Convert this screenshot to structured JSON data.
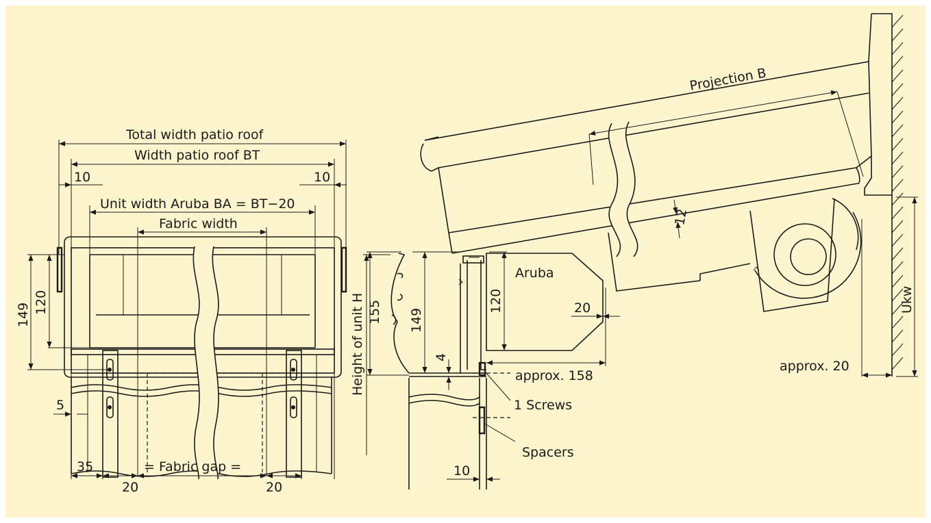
{
  "labels": {
    "total_width": "Total width patio roof",
    "width_bt": "Width patio roof BT",
    "ten_left": "10",
    "ten_right": "10",
    "unit_width": "Unit width Aruba BA = BT−20",
    "fabric_width": "Fabric width",
    "left_149": "149",
    "left_120": "120",
    "five": "5",
    "thirty_five": "35",
    "fabric_gap": "= Fabric gap =",
    "twenty_left": "20",
    "twenty_right": "20",
    "height_unit": "Height of unit H",
    "side_155": "155",
    "side_149": "149",
    "side_120": "120",
    "side_4": "4",
    "aruba": "Aruba",
    "side_20": "20",
    "approx_158": "approx. 158",
    "screws": "1 Screws",
    "spacers": "Spacers",
    "side_10": "10",
    "projection": "Projection B",
    "twelve": "12",
    "approx_20": "approx. 20",
    "ukw": "Ukw"
  },
  "colors": {
    "background": "#fdf5cd",
    "line": "#1a1a1a",
    "frame": "#ffffff"
  }
}
